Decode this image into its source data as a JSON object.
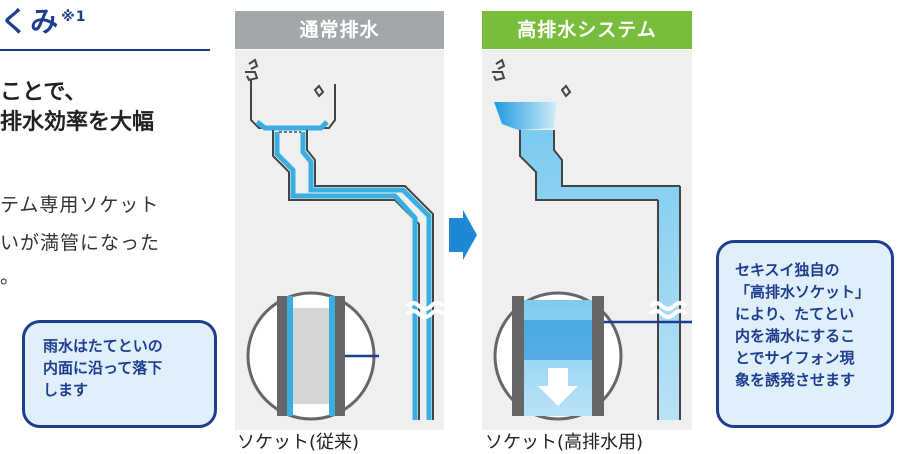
{
  "heading": {
    "text": "くみ",
    "note": "※1"
  },
  "lead_lines": [
    "ことで、",
    "排水効率を大幅"
  ],
  "body_lines": [
    "テム専用ソケット",
    "いが満管になった",
    "。"
  ],
  "panels": {
    "normal": {
      "title": "通常排水",
      "caption": "ソケット(従来)",
      "header_color": "#a4a7aa"
    },
    "high": {
      "title": "高排水システム",
      "caption": "ソケット(高排水用)",
      "header_color": "#78bd3c"
    }
  },
  "callout_left": {
    "lines": [
      "雨水はたてといの",
      "内面に沿って落下",
      "します"
    ]
  },
  "callout_right": {
    "lines": [
      "セキスイ独自の",
      "「高排水ソケット」",
      "により、たてとい",
      "内を満水にするこ",
      "とでサイフォン現",
      "象を誘発させます"
    ]
  },
  "colors": {
    "navy": "#1f3d8f",
    "water": "#3aaee0",
    "arrow": "#1e88d6",
    "callout_fill": "#dff0fb"
  }
}
